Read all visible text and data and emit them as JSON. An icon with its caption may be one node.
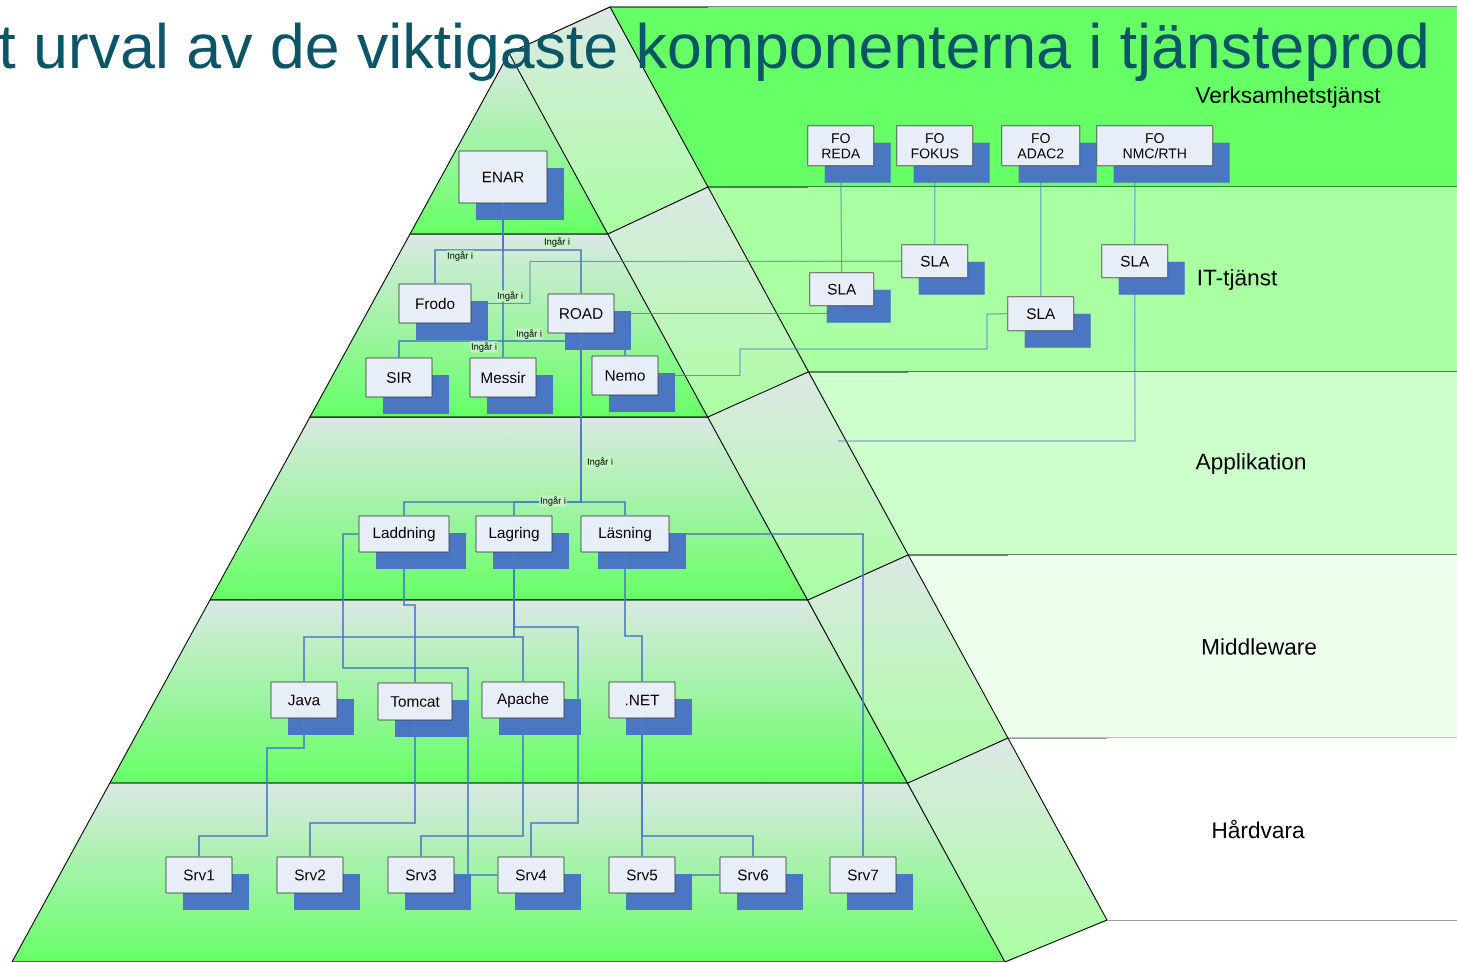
{
  "diagram": {
    "title": "t urval av de viktigaste komponenterna i tjänsteprod",
    "nodes": [
      {
        "text": [
          "Verksamhetstjänst"
        ]
      },
      {
        "text": [
          "FO REDA"
        ],
        "in": 0
      },
      {
        "text": [
          "FO FOKUS"
        ],
        "in": 0
      },
      {
        "text": [
          "FO ADAC2"
        ],
        "in": 0
      },
      {
        "text": [
          "FO NMC/RTH"
        ],
        "in": 0
      },
      {
        "text": [
          "IT-tjänst"
        ]
      },
      {
        "text": [
          "SLA"
        ],
        "in": 5
      },
      {
        "text": [
          "SLA"
        ],
        "in": 5
      },
      {
        "text": [
          "SLA"
        ],
        "in": 5
      },
      {
        "text": [
          "SLA"
        ],
        "in": 5
      },
      {
        "text": [
          "Applikation"
        ]
      },
      {
        "text": [
          "Middleware"
        ]
      },
      {
        "text": [
          "Hårdvara"
        ]
      },
      {
        "text": [
          "ENAR"
        ]
      },
      {
        "text": [
          "Frodo"
        ]
      },
      {
        "text": [
          "ROAD"
        ]
      },
      {
        "text": [
          "SIR"
        ]
      },
      {
        "text": [
          "Messir"
        ]
      },
      {
        "text": [
          "Nemo"
        ]
      },
      {
        "text": [
          "Laddning"
        ]
      },
      {
        "text": [
          "Lagring"
        ]
      },
      {
        "text": [
          "Läsning"
        ]
      },
      {
        "text": [
          "Java"
        ]
      },
      {
        "text": [
          "Tomcat"
        ]
      },
      {
        "text": [
          "Apache"
        ]
      },
      {
        "text": [
          ".NET"
        ]
      },
      {
        "text": [
          "Srv1"
        ]
      },
      {
        "text": [
          "Srv2"
        ]
      },
      {
        "text": [
          "Srv3"
        ]
      },
      {
        "text": [
          "Srv4"
        ]
      },
      {
        "text": [
          "Srv5"
        ]
      },
      {
        "text": [
          "Srv6"
        ]
      },
      {
        "text": [
          "Srv7"
        ]
      }
    ],
    "edges": [
      {
        "from": 13,
        "to": 14,
        "arrow": "none",
        "label": "Ingår i"
      },
      {
        "from": 13,
        "to": 15,
        "arrow": "none",
        "label": "Ingår i"
      },
      {
        "from": 13,
        "to": 17,
        "arrow": "none",
        "label": "Ingår i"
      },
      {
        "from": 14,
        "to": 6,
        "arrow": "none",
        "label": "Ingår i"
      },
      {
        "from": 15,
        "to": 16,
        "arrow": "none",
        "label": "Ingår i"
      },
      {
        "from": 15,
        "to": 18,
        "arrow": "none"
      },
      {
        "from": 15,
        "to": 8,
        "arrow": "none"
      },
      {
        "from": 18,
        "to": 9,
        "arrow": "none"
      },
      {
        "from": 15,
        "to": 19,
        "arrow": "none"
      },
      {
        "from": 15,
        "to": 20,
        "arrow": "none",
        "label": "Ingår i"
      },
      {
        "from": 15,
        "to": 21,
        "arrow": "none",
        "label": "Ingår i"
      },
      {
        "from": 1,
        "to": 8,
        "arrow": "none"
      },
      {
        "from": 2,
        "to": 6,
        "arrow": "none"
      },
      {
        "from": 3,
        "to": 9,
        "arrow": "none"
      },
      {
        "from": 4,
        "to": 7,
        "arrow": "none"
      },
      {
        "from": 7,
        "to": null,
        "arrow": "none"
      },
      {
        "from": 19,
        "to": 23,
        "arrow": "none"
      },
      {
        "from": 19,
        "to": 29,
        "arrow": "none"
      },
      {
        "from": 20,
        "to": 22,
        "arrow": "none"
      },
      {
        "from": 20,
        "to": 24,
        "arrow": "none"
      },
      {
        "from": 20,
        "to": 29,
        "arrow": "none"
      },
      {
        "from": 21,
        "to": 25,
        "arrow": "none"
      },
      {
        "from": 21,
        "to": 32,
        "arrow": "none"
      },
      {
        "from": 22,
        "to": 26,
        "arrow": "none"
      },
      {
        "from": 23,
        "to": 27,
        "arrow": "none"
      },
      {
        "from": 24,
        "to": 28,
        "arrow": "none"
      },
      {
        "from": 25,
        "to": 30,
        "arrow": "none"
      },
      {
        "from": 25,
        "to": 31,
        "arrow": "none"
      },
      {
        "from": 30,
        "to": 31,
        "arrow": "none"
      }
    ]
  }
}
